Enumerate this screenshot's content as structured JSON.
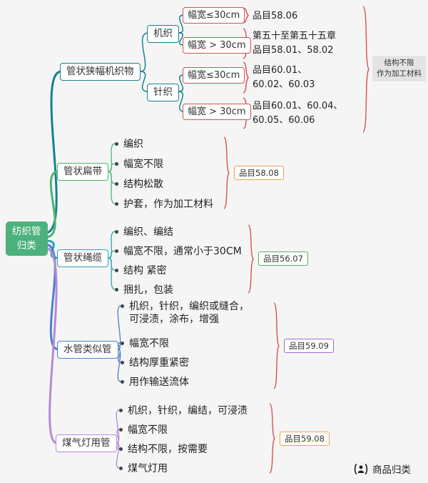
{
  "root": {
    "line1": "纺织管",
    "line2": "归类"
  },
  "branches": {
    "b1": {
      "label": "管状狭幅机织物",
      "woven": "机织",
      "knit": "针织",
      "leaf1": "幅宽≤30cm",
      "leaf2": "幅宽 > 30cm",
      "leaf3": "幅宽≤30cm",
      "leaf4": "幅宽 > 30cm",
      "res1": "品目58.06",
      "res2a": "第五十至第五十五章",
      "res2b": "品目58.01、58.02",
      "res3a": "品目60.01、",
      "res3b": "60.02、60.03",
      "res4a": "品目60.01、60.04、",
      "res4b": "60.05、60.06",
      "note1": "结构不限",
      "note2": "作为加工材料"
    },
    "b2": {
      "label": "管状扁带",
      "items": [
        "编织",
        "幅宽不限",
        "结构松散",
        "护套，作为加工材料"
      ],
      "result": "品目58.08"
    },
    "b3": {
      "label": "管状绳缆",
      "items": [
        "编织、编结",
        "幅宽不限，通常小于30CM",
        "结构 紧密",
        "捆扎，包装"
      ],
      "result": "品目56.07"
    },
    "b4": {
      "label": "水管类似管",
      "items": [
        "机织，针织，编织或缝合，可浸渍，涂布，增强",
        "幅宽不限",
        "结构厚重紧密",
        "用作输送流体"
      ],
      "result": "品目59.09"
    },
    "b5": {
      "label": "煤气灯用管",
      "items": [
        "机织，针织，编结，可浸渍",
        "幅宽不限",
        "结构不限，按需要",
        "煤气灯用"
      ],
      "result": "品目59.08"
    }
  },
  "watermark": {
    "label": "商品归类"
  },
  "colors": {
    "background": "#f5f5f5",
    "root_fill": "#4cb17c",
    "branch1": "#17818e",
    "branch2": "#4cb573",
    "branch3": "#2aa3b5",
    "branch4": "#4a7fd0",
    "branch5": "#b48ad6",
    "leaf_border": "#d85151",
    "brace": "#d85151",
    "result_58_08": "#f0a24f",
    "result_56_07": "#56b35c",
    "result_59_09": "#9b6bd0",
    "result_59_08": "#f0a24f",
    "note_bg": "#e4e4e4"
  }
}
